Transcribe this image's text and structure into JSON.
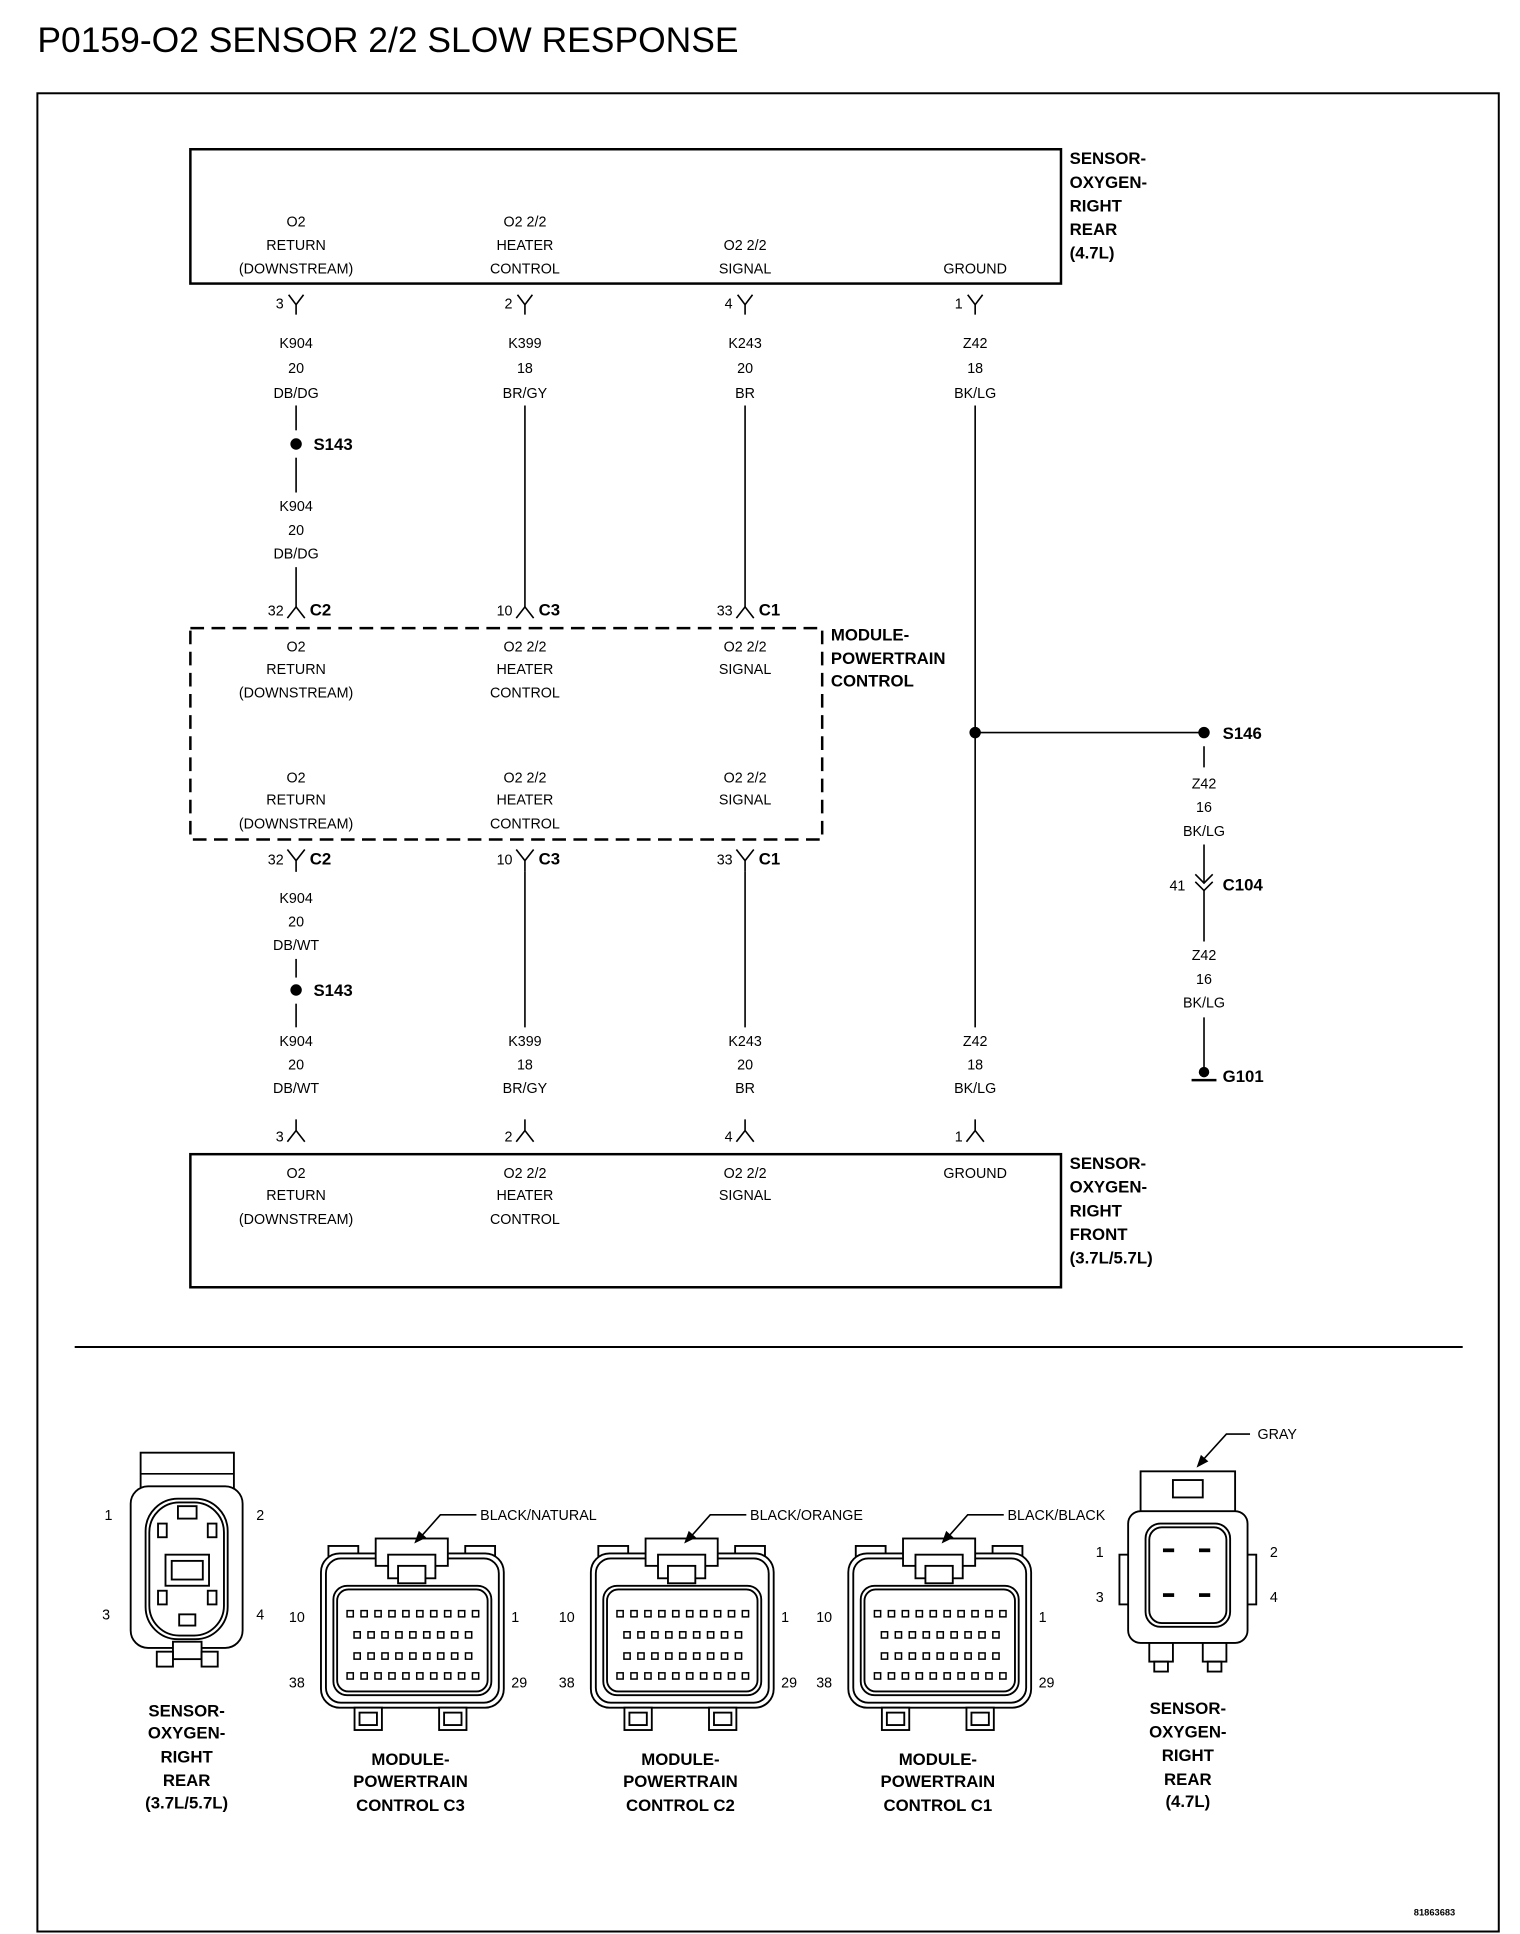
{
  "title": "P0159-O2 SENSOR 2/2 SLOW RESPONSE",
  "sensor_rear": {
    "label": [
      "SENSOR-",
      "OXYGEN-",
      "RIGHT",
      "REAR",
      "(4.7L)"
    ],
    "return": [
      "O2",
      "RETURN",
      "(DOWNSTREAM)"
    ],
    "heater": [
      "O2 2/2",
      "HEATER",
      "CONTROL"
    ],
    "signal": [
      "O2 2/2",
      "SIGNAL"
    ],
    "ground": [
      "GROUND"
    ],
    "pins": [
      "3",
      "2",
      "4",
      "1"
    ]
  },
  "pcm": {
    "label": [
      "MODULE-",
      "POWERTRAIN",
      "CONTROL"
    ],
    "upper": {
      "return": [
        "O2",
        "RETURN",
        "(DOWNSTREAM)"
      ],
      "heater": [
        "O2 2/2",
        "HEATER",
        "CONTROL"
      ],
      "signal": [
        "O2 2/2",
        "SIGNAL"
      ]
    },
    "lower": {
      "return": [
        "O2",
        "RETURN",
        "(DOWNSTREAM)"
      ],
      "heater": [
        "O2 2/2",
        "HEATER",
        "CONTROL"
      ],
      "signal": [
        "O2 2/2",
        "SIGNAL"
      ]
    },
    "upper_pins": [
      {
        "cavity": "32",
        "connector": "C2"
      },
      {
        "cavity": "10",
        "connector": "C3"
      },
      {
        "cavity": "33",
        "connector": "C1"
      }
    ],
    "lower_pins": [
      {
        "cavity": "32",
        "connector": "C2"
      },
      {
        "cavity": "10",
        "connector": "C3"
      },
      {
        "cavity": "33",
        "connector": "C1"
      }
    ]
  },
  "sensor_front": {
    "label": [
      "SENSOR-",
      "OXYGEN-",
      "RIGHT",
      "FRONT",
      "(3.7L/5.7L)"
    ],
    "return": [
      "O2",
      "RETURN",
      "(DOWNSTREAM)"
    ],
    "heater": [
      "O2 2/2",
      "HEATER",
      "CONTROL"
    ],
    "signal": [
      "O2 2/2",
      "SIGNAL"
    ],
    "ground": [
      "GROUND"
    ],
    "pins": [
      "3",
      "2",
      "4",
      "1"
    ]
  },
  "wires": {
    "k904_top": [
      "K904",
      "20",
      "DB/DG"
    ],
    "k904_mid": [
      "K904",
      "20",
      "DB/DG"
    ],
    "k399_top": [
      "K399",
      "18",
      "BR/GY"
    ],
    "k243_top": [
      "K243",
      "20",
      "BR"
    ],
    "z42_top": [
      "Z42",
      "18",
      "BK/LG"
    ],
    "k904_low_a": [
      "K904",
      "20",
      "DB/WT"
    ],
    "k904_low_b": [
      "K904",
      "20",
      "DB/WT"
    ],
    "k399_low": [
      "K399",
      "18",
      "BR/GY"
    ],
    "k243_low": [
      "K243",
      "20",
      "BR"
    ],
    "z42_low": [
      "Z42",
      "18",
      "BK/LG"
    ],
    "z42_branch_a": [
      "Z42",
      "16",
      "BK/LG"
    ],
    "z42_branch_b": [
      "Z42",
      "16",
      "BK/LG"
    ]
  },
  "splices": {
    "upper": "S143",
    "lower": "S143",
    "ground": "S146"
  },
  "inline_connector": {
    "cavity": "41",
    "connector": "C104"
  },
  "ground_point": "G101",
  "connector_views": {
    "sensor_front": {
      "label": [
        "SENSOR-",
        "OXYGEN-",
        "RIGHT",
        "REAR",
        "(3.7L/5.7L)"
      ],
      "pins": [
        "1",
        "2",
        "3",
        "4"
      ]
    },
    "c3": {
      "housing": "BLACK/NATURAL",
      "label": [
        "MODULE-",
        "POWERTRAIN",
        "CONTROL C3"
      ],
      "pins": [
        "10",
        "1",
        "38",
        "29"
      ]
    },
    "c2": {
      "housing": "BLACK/ORANGE",
      "label": [
        "MODULE-",
        "POWERTRAIN",
        "CONTROL C2"
      ],
      "pins": [
        "10",
        "1",
        "38",
        "29"
      ]
    },
    "c1": {
      "housing": "BLACK/BLACK",
      "label": [
        "MODULE-",
        "POWERTRAIN",
        "CONTROL C1"
      ],
      "pins": [
        "10",
        "1",
        "38",
        "29"
      ]
    },
    "sensor_rear": {
      "housing": "GRAY",
      "label": [
        "SENSOR-",
        "OXYGEN-",
        "RIGHT",
        "REAR",
        "(4.7L)"
      ],
      "pins": [
        "1",
        "2",
        "3",
        "4"
      ]
    }
  },
  "footer_code": "81863683"
}
